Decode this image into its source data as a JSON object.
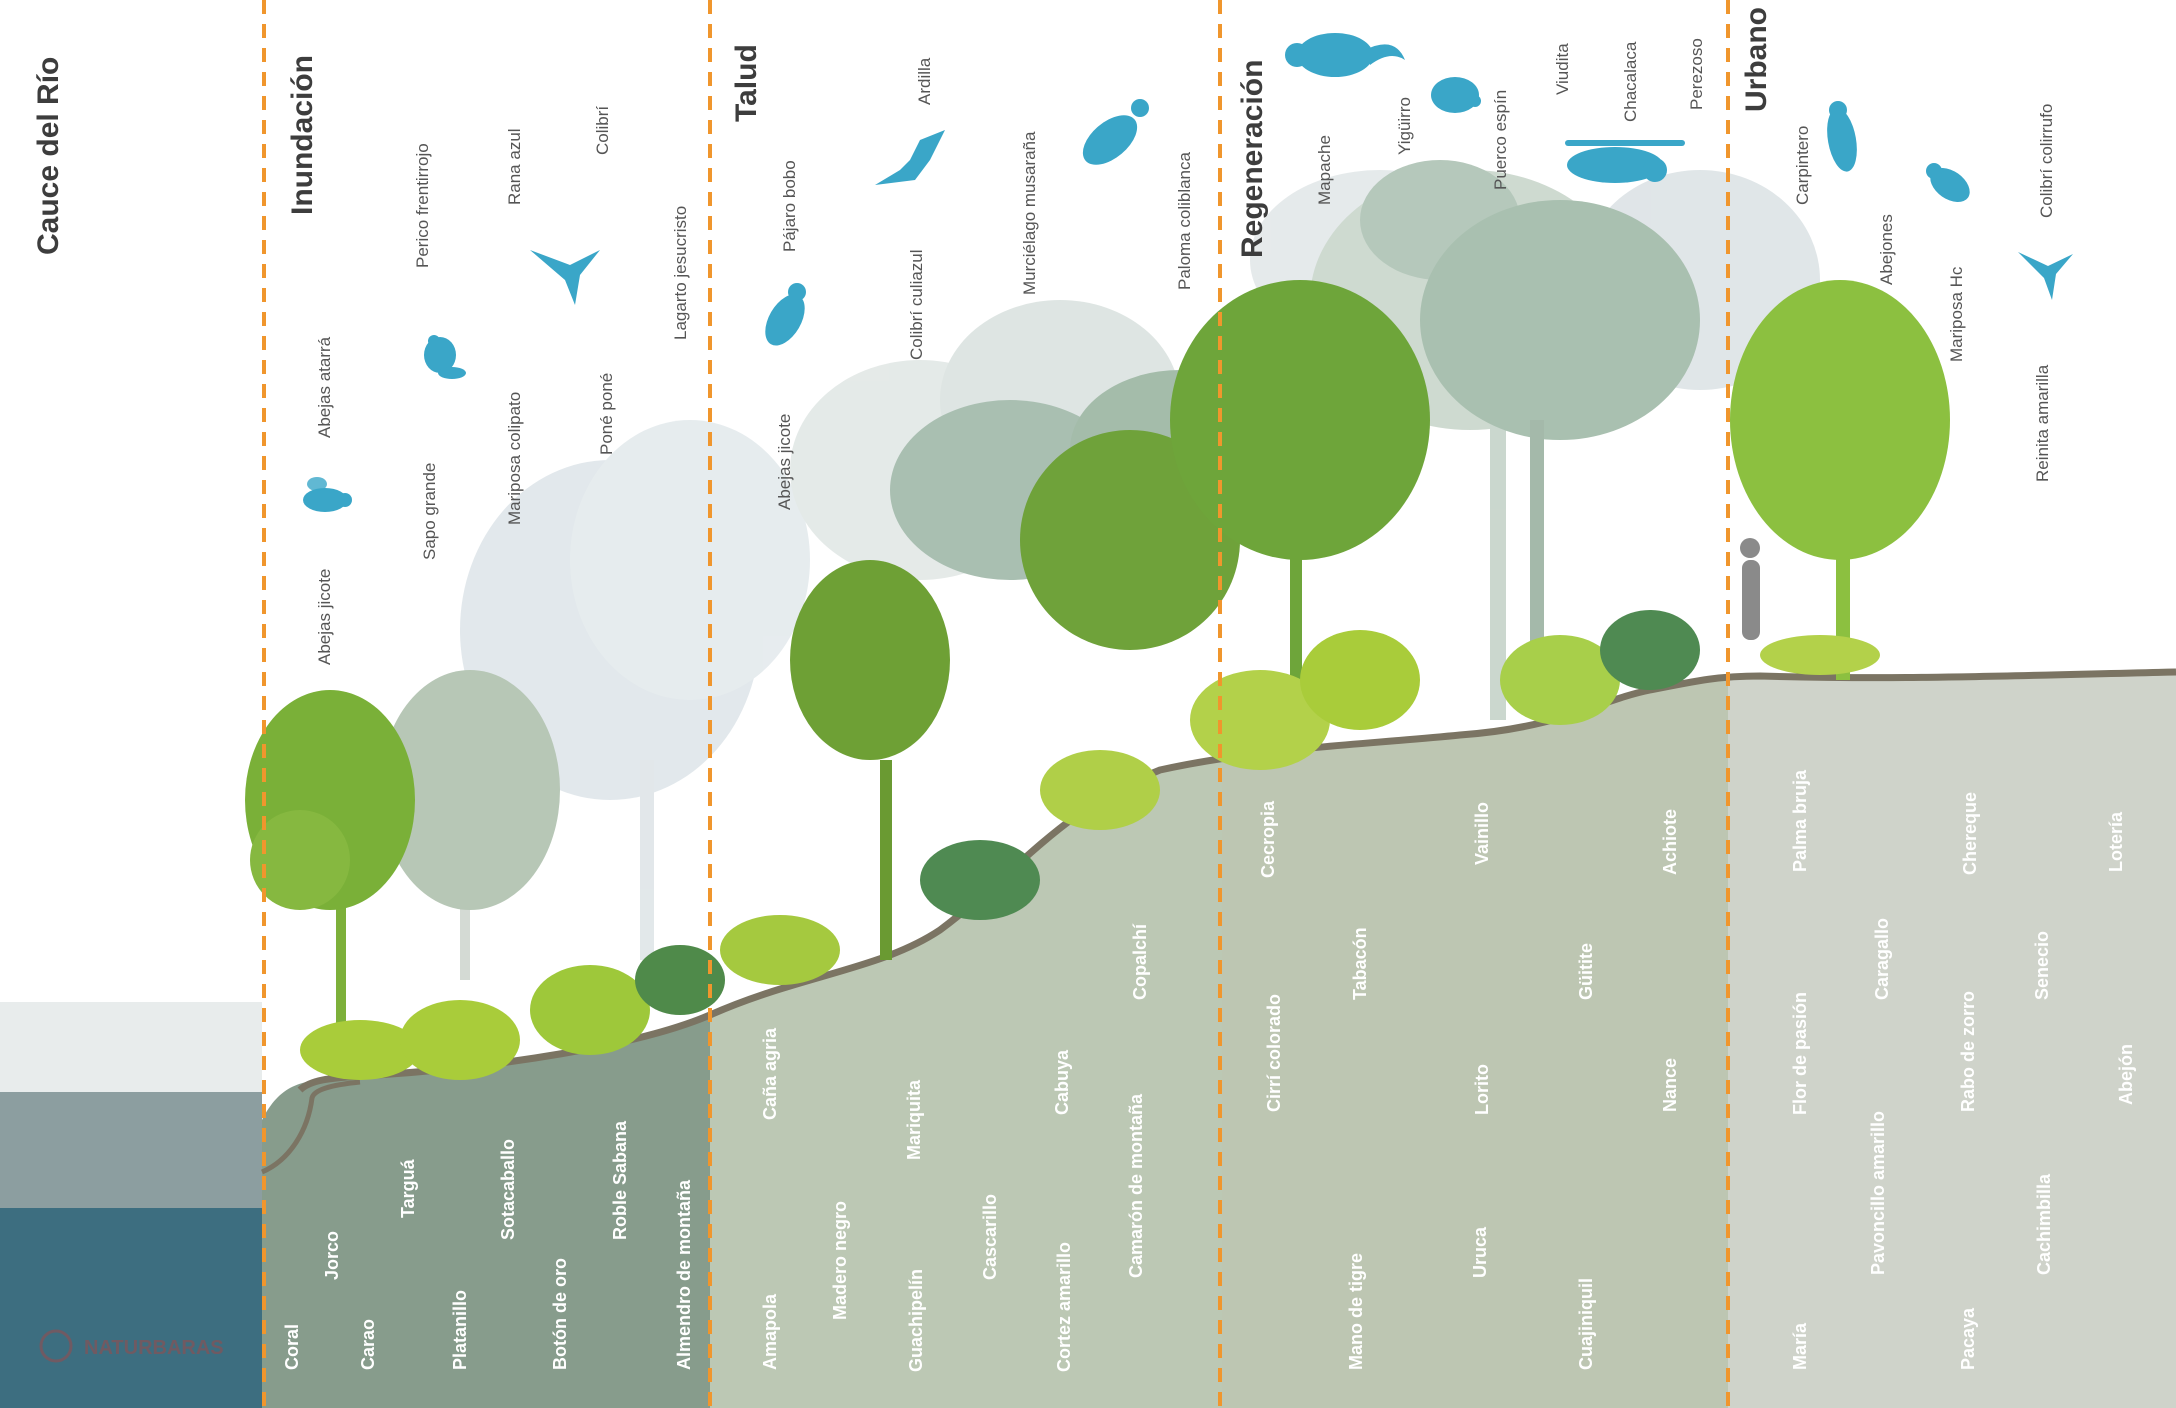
{
  "logo": "NATURBARAS",
  "colors": {
    "river_deep": "#3d6e80",
    "river_surface": "#8c9ea0",
    "soil_inundacion": "#879c8c",
    "soil_talud": "#bcc8b4",
    "soil_regeneracion": "#bdc6b2",
    "soil_urbano": "#cfd3ca",
    "divider": "#f0962d",
    "animal": "#3aa6c8",
    "ground_line": "#7b7463"
  },
  "zones": [
    {
      "title": "Cauce del Río",
      "fauna": [],
      "flora": []
    },
    {
      "title": "Inundación",
      "fauna": [
        "Abejas jicote",
        "Abejas atarrá",
        "Sapo grande",
        "Perico frentirrojo",
        "Mariposa colipato",
        "Rana azul",
        "Poné poné",
        "Colibrí",
        "Lagarto jesucristo"
      ],
      "flora": [
        "Coral",
        "Jorco",
        "Carao",
        "Targuá",
        "Platanillo",
        "Sotacaballo",
        "Botón de oro",
        "Roble Sabana",
        "Almendro de montaña"
      ]
    },
    {
      "title": "Talud",
      "fauna": [
        "Abejas jicote",
        "Pájaro bobo",
        "Colibrí culiazul",
        "Ardilla",
        "Murciélago musaraña",
        "Paloma coliblanca"
      ],
      "flora": [
        "Amapola",
        "Caña agria",
        "Madero negro",
        "Guachipelín",
        "Mariquita",
        "Cascarillo",
        "Cortez amarillo",
        "Cabuya",
        "Camarón de montaña",
        "Copalchí"
      ]
    },
    {
      "title": "Regeneración",
      "fauna": [
        "Mapache",
        "Yigüirro",
        "Puerco espín",
        "Viudita",
        "Chacalaca",
        "Perezoso"
      ],
      "flora": [
        "Cirrí colorado",
        "Cecropia",
        "Mano de tigre",
        "Tabacón",
        "Uruca",
        "Lorito",
        "Vainillo",
        "Cuajiniquil",
        "Güitite",
        "Nance",
        "Achiote"
      ]
    },
    {
      "title": "Urbano",
      "fauna": [
        "Carpintero",
        "Abejones",
        "Mariposa Hc",
        "Reinita amarilla",
        "Colibrí colirrufo"
      ],
      "flora": [
        "María",
        "Palma bruja",
        "Flor de pasión",
        "Pavoncillo amarillo",
        "Caragallo",
        "Pacaya",
        "Rabo de zorro",
        "Chereque",
        "Cachimbilla",
        "Senecio",
        "Abejón",
        "Lotería"
      ]
    }
  ],
  "icons": [
    "bee-icon",
    "frog-icon",
    "hummingbird-icon",
    "bird-icon",
    "bat-icon",
    "coati-icon",
    "hedgehog-icon",
    "sloth-icon",
    "woodpecker-icon"
  ]
}
